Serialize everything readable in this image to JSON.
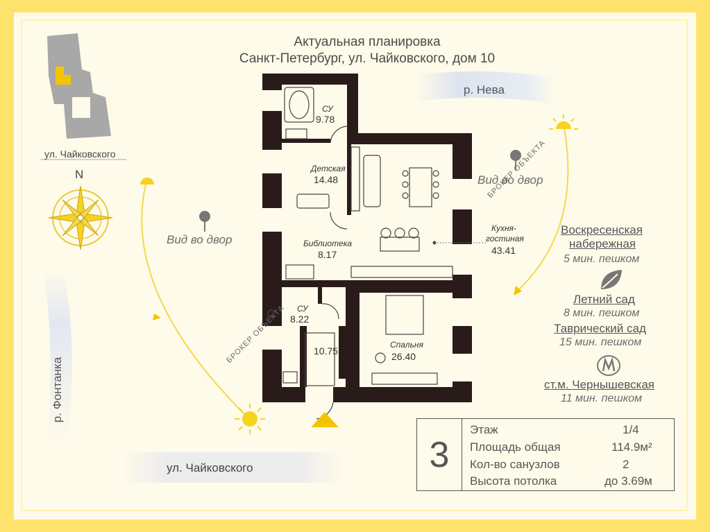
{
  "header": {
    "line1": "Актуальная планировка",
    "line2": "Санкт-Петербург, ул. Чайковского, дом 10"
  },
  "streets": {
    "top_map": "ул. Чайковского",
    "bottom": "ул. Чайковского",
    "river_top": "р. Нева",
    "river_left": "р. Фонтанка"
  },
  "compass": {
    "north": "N"
  },
  "views": {
    "left": "Вид во двор",
    "right": "Вид во двор"
  },
  "watermarks": [
    "БРОКЕР ОБЪЕКТА",
    "БРОКЕР ОБЪЕКТА"
  ],
  "rooms": [
    {
      "name": "СУ",
      "area": "9.78"
    },
    {
      "name": "Детская",
      "area": "14.48"
    },
    {
      "name": "Библиотека",
      "area": "8.17"
    },
    {
      "name": "Кухня-гостиная",
      "area": "43.41"
    },
    {
      "name": "СУ",
      "area": "8.22"
    },
    {
      "name": "",
      "area": "10.75"
    },
    {
      "name": "Спальня",
      "area": "26.40"
    }
  ],
  "kitchen_name_line1": "Кухня-",
  "kitchen_name_line2": "гостиная",
  "places": [
    {
      "name": "Воскресенская",
      "name2": "набережная",
      "time": "5 мин. пешком",
      "icon": "leaf-icon"
    },
    {
      "name": "Летний сад",
      "time": "8 мин. пешком"
    },
    {
      "name": "Таврический сад",
      "time": "15 мин. пешком"
    },
    {
      "name": "ст.м. Чернышевская",
      "time": "11 мин. пешком",
      "icon": "metro-icon"
    }
  ],
  "info": {
    "number": "3",
    "rows": [
      {
        "label": "Этаж",
        "value": "1/4"
      },
      {
        "label": "Площадь общая",
        "value": "114.9м²"
      },
      {
        "label": "Кол-во санузлов",
        "value": "2"
      },
      {
        "label": "Высота потолка",
        "value": "до 3.69м"
      }
    ]
  },
  "colors": {
    "accent": "#fde36b",
    "sun": "#f7d21e",
    "wall": "#2a1b1b",
    "river": "#dfe6f0"
  }
}
